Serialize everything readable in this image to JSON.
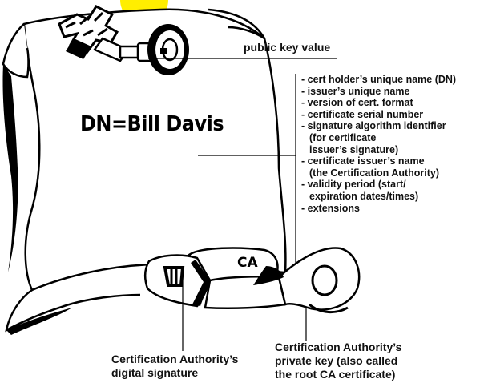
{
  "colors": {
    "sun": "#ffee00",
    "ink": "#000000",
    "paper": "#ffffff"
  },
  "icons": {
    "sun": "sun-icon",
    "top_key": "key-icon",
    "ca_key": "key-icon"
  },
  "labels": {
    "public_key": "public key value",
    "dn": "DN=Bill Davis",
    "ca_badge": "CA",
    "sig_line1": "Certification Authority’s",
    "sig_line2": "digital signature",
    "pk_line1": "Certification Authority’s",
    "pk_line2": "private key (also called",
    "pk_line3": "the root CA certificate)"
  },
  "fields": [
    {
      "text": "- cert holder’s unique name (DN)",
      "cont": []
    },
    {
      "text": "- issuer’s unique name",
      "cont": []
    },
    {
      "text": "- version of cert. format",
      "cont": []
    },
    {
      "text": "- certificate serial number",
      "cont": []
    },
    {
      "text": "- signature algorithm identifier",
      "cont": [
        "(for certificate",
        "issuer’s signature)"
      ]
    },
    {
      "text": "- certificate issuer’s name",
      "cont": [
        "(the Certification Authority)"
      ]
    },
    {
      "text": "- validity period (start/",
      "cont": [
        "expiration dates/times)"
      ]
    },
    {
      "text": "- extensions",
      "cont": []
    }
  ]
}
